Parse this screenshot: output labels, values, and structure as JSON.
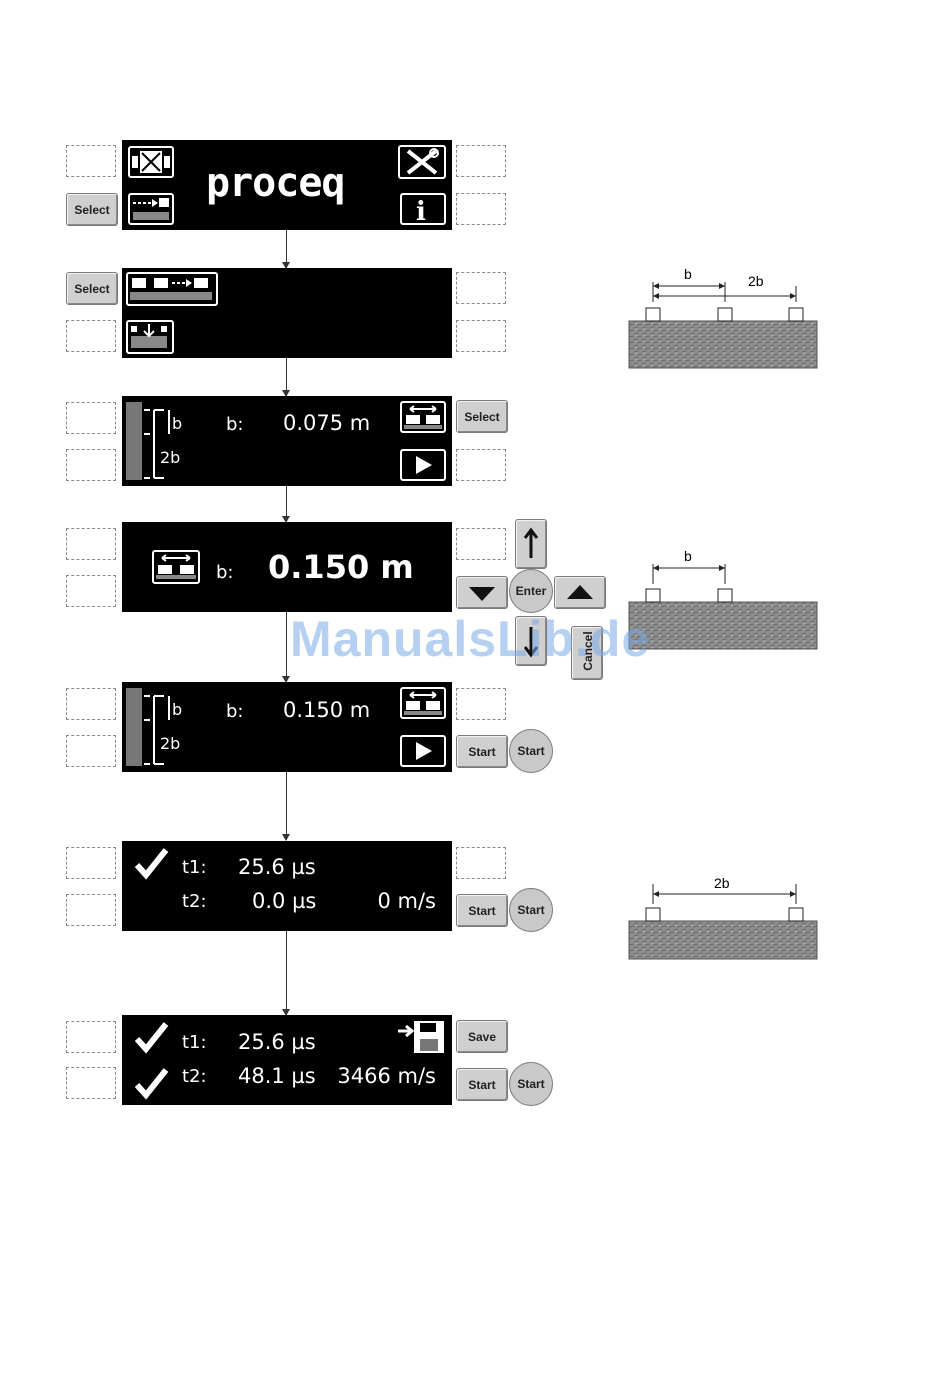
{
  "brand": "proceq",
  "buttons": {
    "select": "Select",
    "start": "Start",
    "save": "Save",
    "enter": "Enter",
    "cancel": "Cancel"
  },
  "step3": {
    "label": "b:",
    "value": "0.075 m",
    "dim_b": "b",
    "dim_2b": "2b"
  },
  "step4": {
    "label": "b:",
    "value": "0.150 m"
  },
  "step5": {
    "label": "b:",
    "value": "0.150 m",
    "dim_b": "b",
    "dim_2b": "2b"
  },
  "step6": {
    "t1_label": "t1:",
    "t1_value": "25.6 µs",
    "t2_label": "t2:",
    "t2_value": "0.0 µs",
    "speed": "0 m/s"
  },
  "step7": {
    "t1_label": "t1:",
    "t1_value": "25.6 µs",
    "t2_label": "t2:",
    "t2_value": "48.1 µs",
    "speed": "3466 m/s"
  },
  "diagrams": {
    "d1": {
      "label_b": "b",
      "label_2b": "2b"
    },
    "d2": {
      "label_b": "b"
    },
    "d3": {
      "label_2b": "2b"
    }
  },
  "watermark": "ManualsLib.de"
}
